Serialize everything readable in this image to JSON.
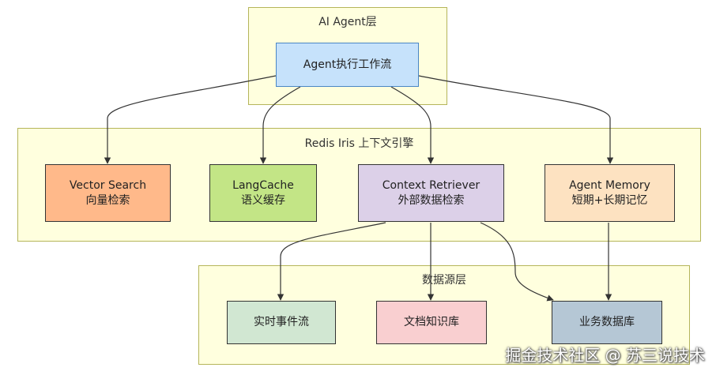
{
  "layers": {
    "agent": {
      "title": "AI Agent层",
      "fill": "#ffffde",
      "border": "#b5b55a"
    },
    "redis": {
      "title": "Redis Iris 上下文引擎",
      "fill": "#ffffde",
      "border": "#b5b55a"
    },
    "data": {
      "title": "数据源层",
      "fill": "#ffffde",
      "border": "#b5b55a"
    }
  },
  "nodes": {
    "workflow": {
      "label": "Agent执行工作流",
      "fill": "#c6e2fb",
      "border": "#4a86c5"
    },
    "vector_search": {
      "label": "Vector Search",
      "sublabel": "向量检索",
      "fill": "#ffb98a"
    },
    "langcache": {
      "label": "LangCache",
      "sublabel": "语义缓存",
      "fill": "#c3e586"
    },
    "context_retriever": {
      "label": "Context Retriever",
      "sublabel": "外部数据检索",
      "fill": "#dcd0e8"
    },
    "agent_memory": {
      "label": "Agent Memory",
      "sublabel": "短期+长期记忆",
      "fill": "#fde2c1"
    },
    "realtime_stream": {
      "label": "实时事件流",
      "fill": "#d1e7d2"
    },
    "doc_kb": {
      "label": "文档知识库",
      "fill": "#f9cfd0"
    },
    "business_db": {
      "label": "业务数据库",
      "fill": "#b5c7d5"
    }
  },
  "edges": [
    {
      "from": "Agent执行工作流",
      "to": "Vector Search"
    },
    {
      "from": "Agent执行工作流",
      "to": "LangCache"
    },
    {
      "from": "Agent执行工作流",
      "to": "Context Retriever"
    },
    {
      "from": "Agent执行工作流",
      "to": "Agent Memory"
    },
    {
      "from": "Context Retriever",
      "to": "实时事件流"
    },
    {
      "from": "Context Retriever",
      "to": "文档知识库"
    },
    {
      "from": "Context Retriever",
      "to": "业务数据库"
    },
    {
      "from": "Agent Memory",
      "to": "业务数据库"
    }
  ],
  "edge_color": "#333333",
  "watermark": "掘金技术社区 @ 苏三说技术"
}
